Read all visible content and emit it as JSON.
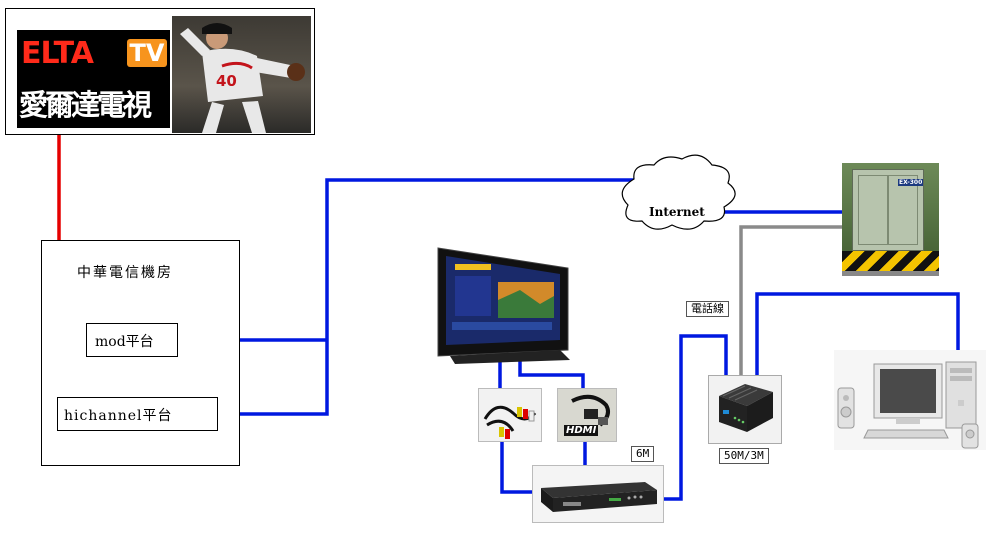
{
  "logo": {
    "brand_letters": "ELTA",
    "brand_tv": "TV",
    "brand_chinese": "愛爾達電視",
    "player_number": "40"
  },
  "datacenter": {
    "title": "中華電信機房",
    "mod_platform": "mod平台",
    "hichannel_platform": "hichannel平台"
  },
  "network": {
    "internet": "Internet",
    "phone_line": "電話線",
    "speed_modem": "50M/3M",
    "speed_stb": "6M",
    "hdmi": "HDMI",
    "cabinet_label": "EX-300"
  },
  "colors": {
    "red_path": "#e50000",
    "blue_path": "#0018e0",
    "gray_path": "#8a8a8a"
  }
}
